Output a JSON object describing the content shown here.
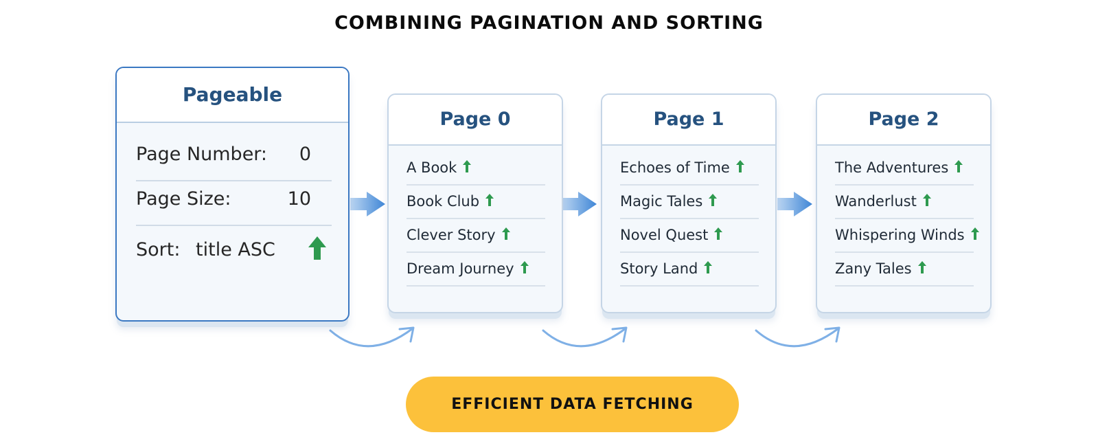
{
  "title": "COMBINING PAGINATION AND SORTING",
  "pageable": {
    "heading": "Pageable",
    "page_number_label": "Page Number:",
    "page_number_value": "0",
    "page_size_label": "Page Size:",
    "page_size_value": "10",
    "sort_label": "Sort:",
    "sort_value": "title ASC",
    "sort_icon": "arrow-up-icon"
  },
  "pages": [
    {
      "heading": "Page 0",
      "items": [
        "A Book",
        "Book Club",
        "Clever Story",
        "Dream Journey"
      ]
    },
    {
      "heading": "Page 1",
      "items": [
        "Echoes of Time",
        "Magic Tales",
        "Novel Quest",
        "Story Land"
      ]
    },
    {
      "heading": "Page 2",
      "items": [
        "The Adventures",
        "Wanderlust",
        "Whispering Winds",
        "Zany Tales"
      ]
    }
  ],
  "footer": {
    "label": "EFFICIENT DATA FETCHING"
  },
  "colors": {
    "accent_blue": "#26527f",
    "arrow_blue": "#4a90d9",
    "sort_green": "#2e9a4f",
    "pill_yellow": "#fcc13b"
  }
}
